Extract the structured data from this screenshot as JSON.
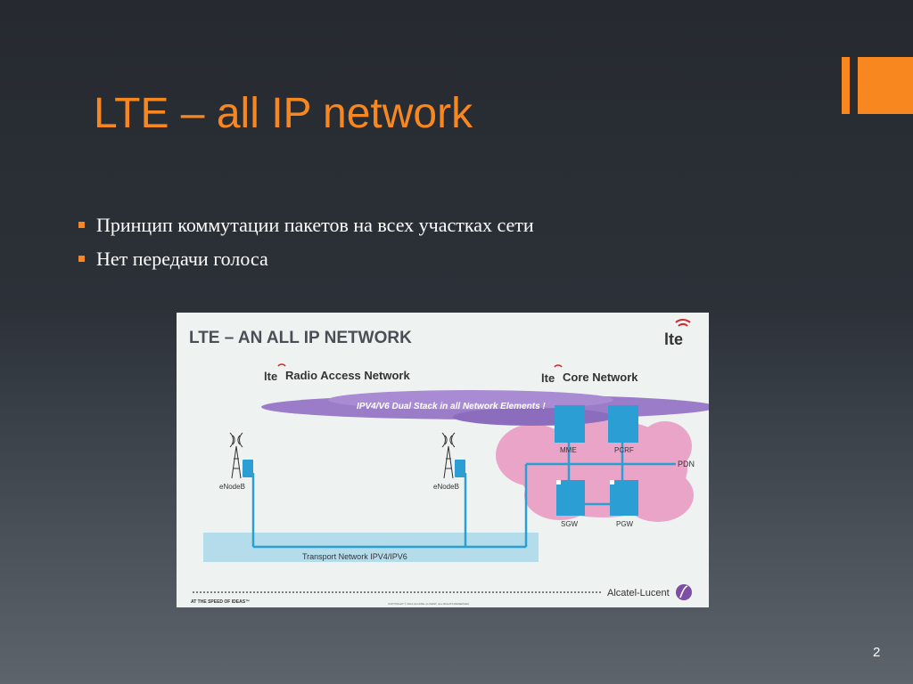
{
  "slide": {
    "title": "LTE – all IP network",
    "bullets": [
      "Принцип коммутации пакетов на всех участках сети",
      "Нет передачи голоса"
    ],
    "number": "2",
    "accent_color": "#f7871e"
  },
  "diagram": {
    "title": "LTE – AN ALL IP NETWORK",
    "logo": "lte",
    "ran_label": "Radio Access Network",
    "core_label": "Core Network",
    "cloud_label": "IPV4/V6 Dual Stack in all Network Elements !",
    "enodeb_1": "eNodeB",
    "enodeb_2": "eNodeB",
    "mme": "MME",
    "pcrf": "PCRF",
    "sgw": "SGW",
    "pgw": "PGW",
    "pdn": "PDN",
    "transport_label": "Transport Network IPV4/IPV6",
    "brand": "Alcatel-Lucent",
    "tagline": "AT THE SPEED OF IDEAS™",
    "copyright": "COPYRIGHT © 2011 ALCATEL-LUCENT. ALL RIGHTS RESERVED.",
    "colors": {
      "blue": "#2b9fd4",
      "purple": "#9b7cc9",
      "pink": "#eaa4c8",
      "transport": "#b4dcea",
      "red": "#d7262c"
    }
  }
}
